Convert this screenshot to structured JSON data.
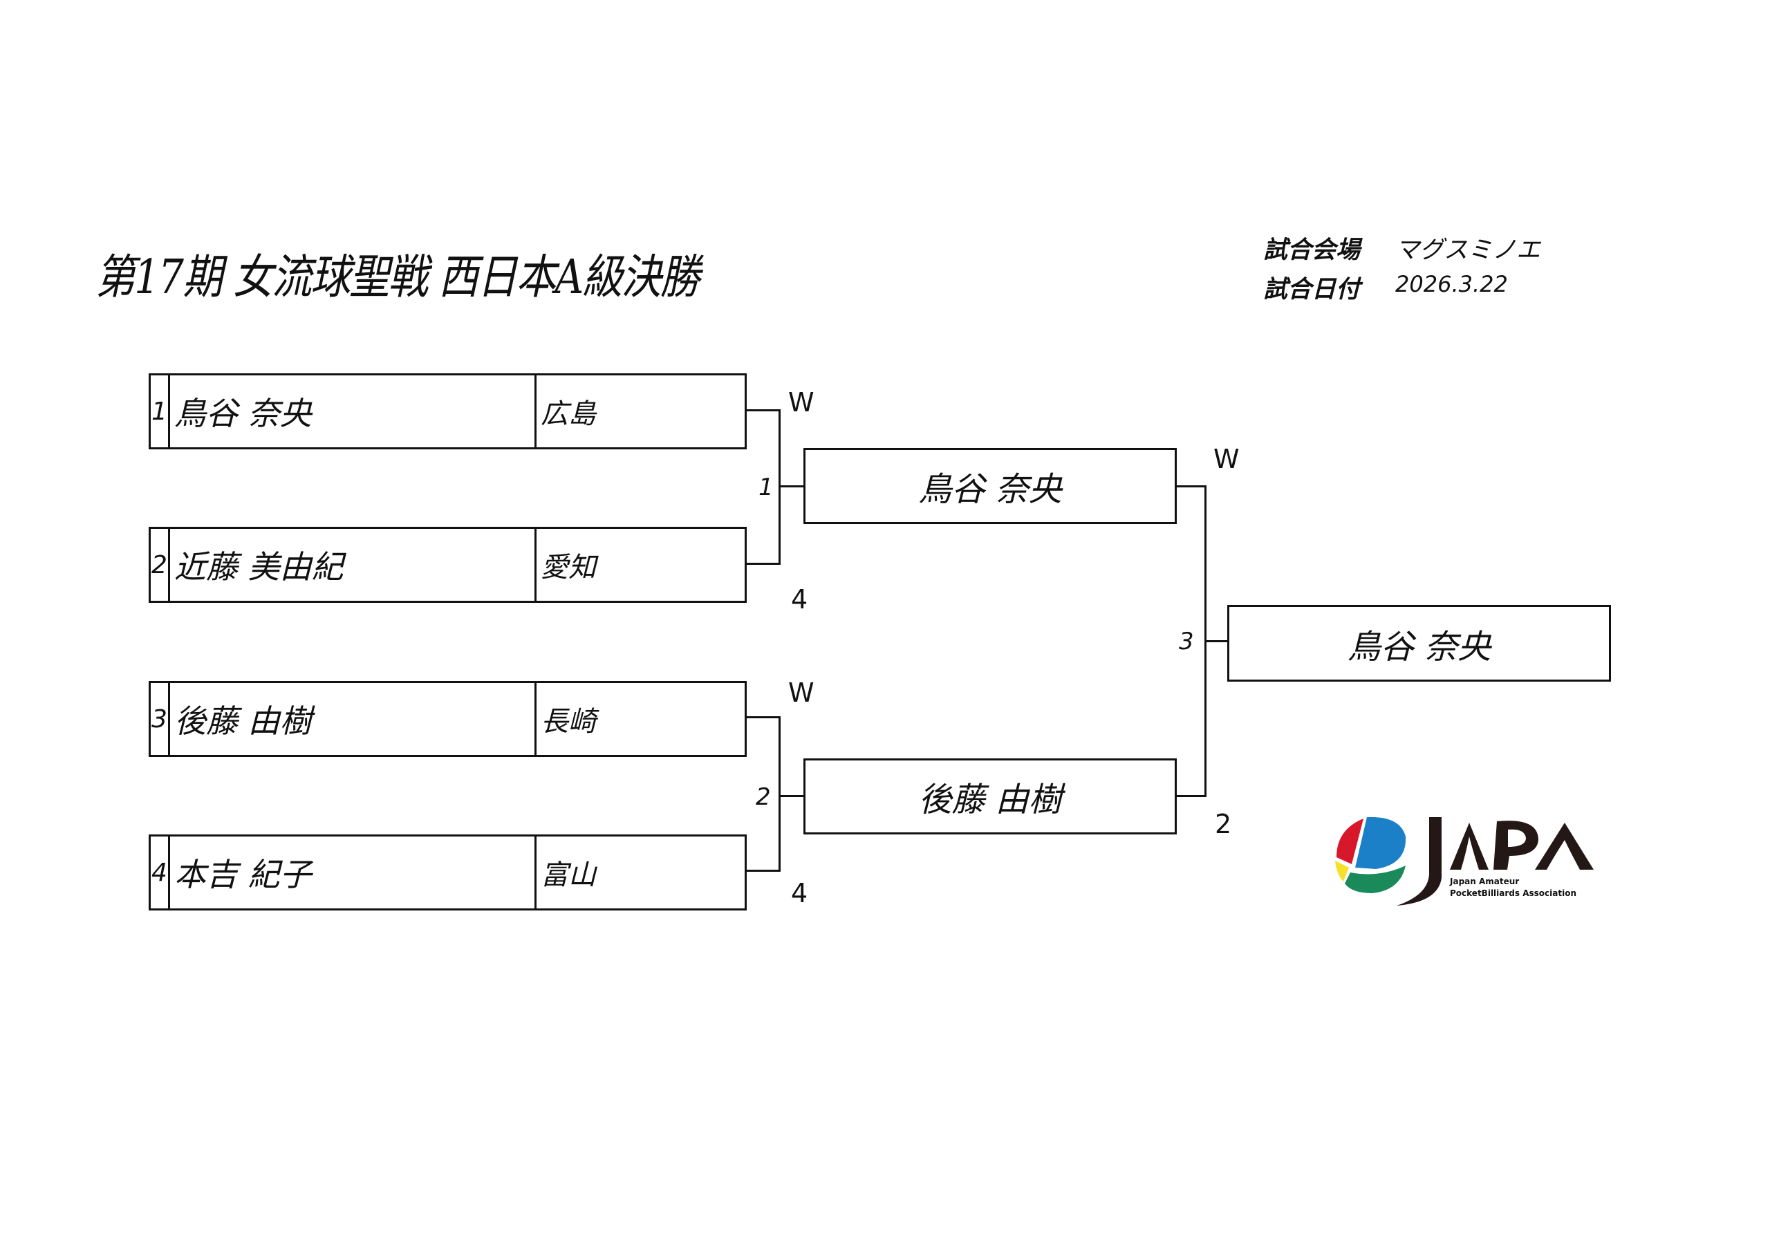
{
  "header": {
    "title": "第17期 女流球聖戦 西日本A級決勝",
    "venue_label": "試合会場",
    "venue_value": "マグスミノエ",
    "date_label": "試合日付",
    "date_value": "2026.3.22"
  },
  "bracket": {
    "round1": [
      {
        "seed": "1",
        "name": "鳥谷 奈央",
        "pref": "広島"
      },
      {
        "seed": "2",
        "name": "近藤 美由紀",
        "pref": "愛知"
      },
      {
        "seed": "3",
        "name": "後藤 由樹",
        "pref": "長崎"
      },
      {
        "seed": "4",
        "name": "本吉 紀子",
        "pref": "富山"
      }
    ],
    "matches": [
      {
        "number": "1",
        "top_score": "W",
        "bottom_score": "4",
        "winner": "鳥谷 奈央"
      },
      {
        "number": "2",
        "top_score": "W",
        "bottom_score": "4",
        "winner": "後藤 由樹"
      },
      {
        "number": "3",
        "top_score": "W",
        "bottom_score": "2",
        "winner": "鳥谷 奈央"
      }
    ],
    "champion": "鳥谷 奈央"
  },
  "logo": {
    "wordmark": "JAPA",
    "line1": "Japan Amateur",
    "line2": "PocketBilliards Association",
    "colors": {
      "red": "#d7182a",
      "blue": "#1b80c7",
      "yellow": "#f5e02a",
      "green": "#1a8a5a",
      "black": "#231815"
    }
  }
}
